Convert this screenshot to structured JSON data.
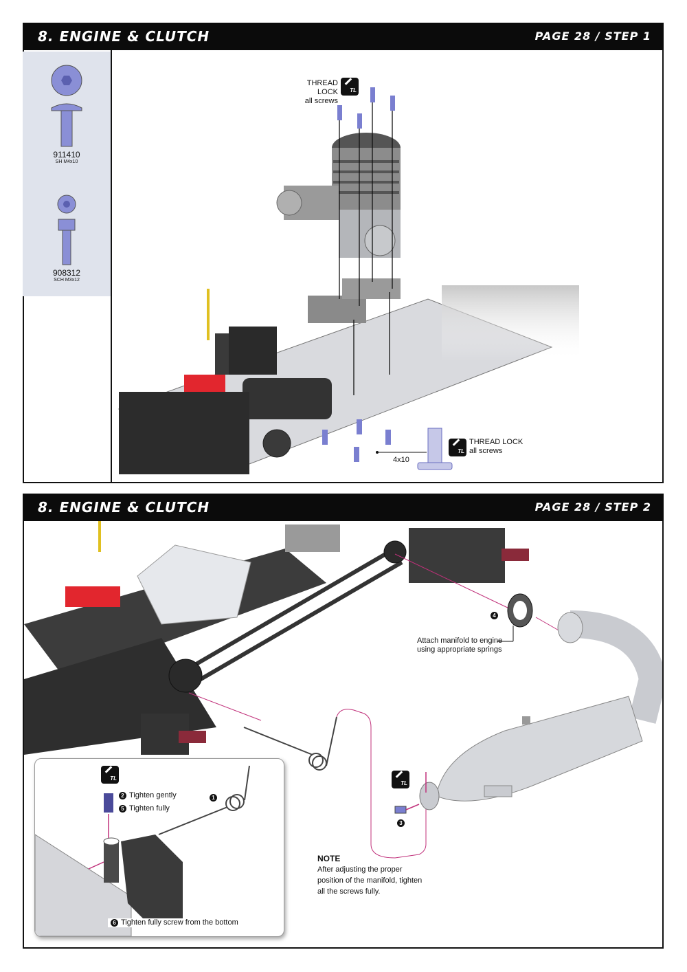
{
  "step1": {
    "section_title": "8. ENGINE & CLUTCH",
    "page_step": "PAGE 28 / STEP 1",
    "parts": [
      {
        "code": "911410",
        "desc": "SH M4x10"
      },
      {
        "code": "908312",
        "desc": "SCH M3x12"
      }
    ],
    "thread_lock_top": {
      "title": "THREAD LOCK",
      "sub": "all screws"
    },
    "thread_lock_bottom": {
      "title": "THREAD LOCK",
      "sub": "all screws"
    },
    "tl_badge": "TL",
    "screw_label": "4x10"
  },
  "step2": {
    "section_title": "8. ENGINE & CLUTCH",
    "page_step": "PAGE 28 / STEP 2",
    "attach_line1": "Attach manifold to engine",
    "attach_line2": "using appropriate springs",
    "note_title": "NOTE",
    "note_line1": "After adjusting the proper",
    "note_line2": "position of the manifold, tighten",
    "note_line3": "all the screws fully.",
    "tighten_gently": "Tighten gently",
    "tighten_fully": "Tighten fully",
    "tighten_bottom": "Tighten fully screw from the bottom",
    "tl_badge": "TL",
    "marks": {
      "one": "1",
      "two": "2",
      "three": "3",
      "four": "4",
      "five": "5",
      "six": "6"
    }
  }
}
